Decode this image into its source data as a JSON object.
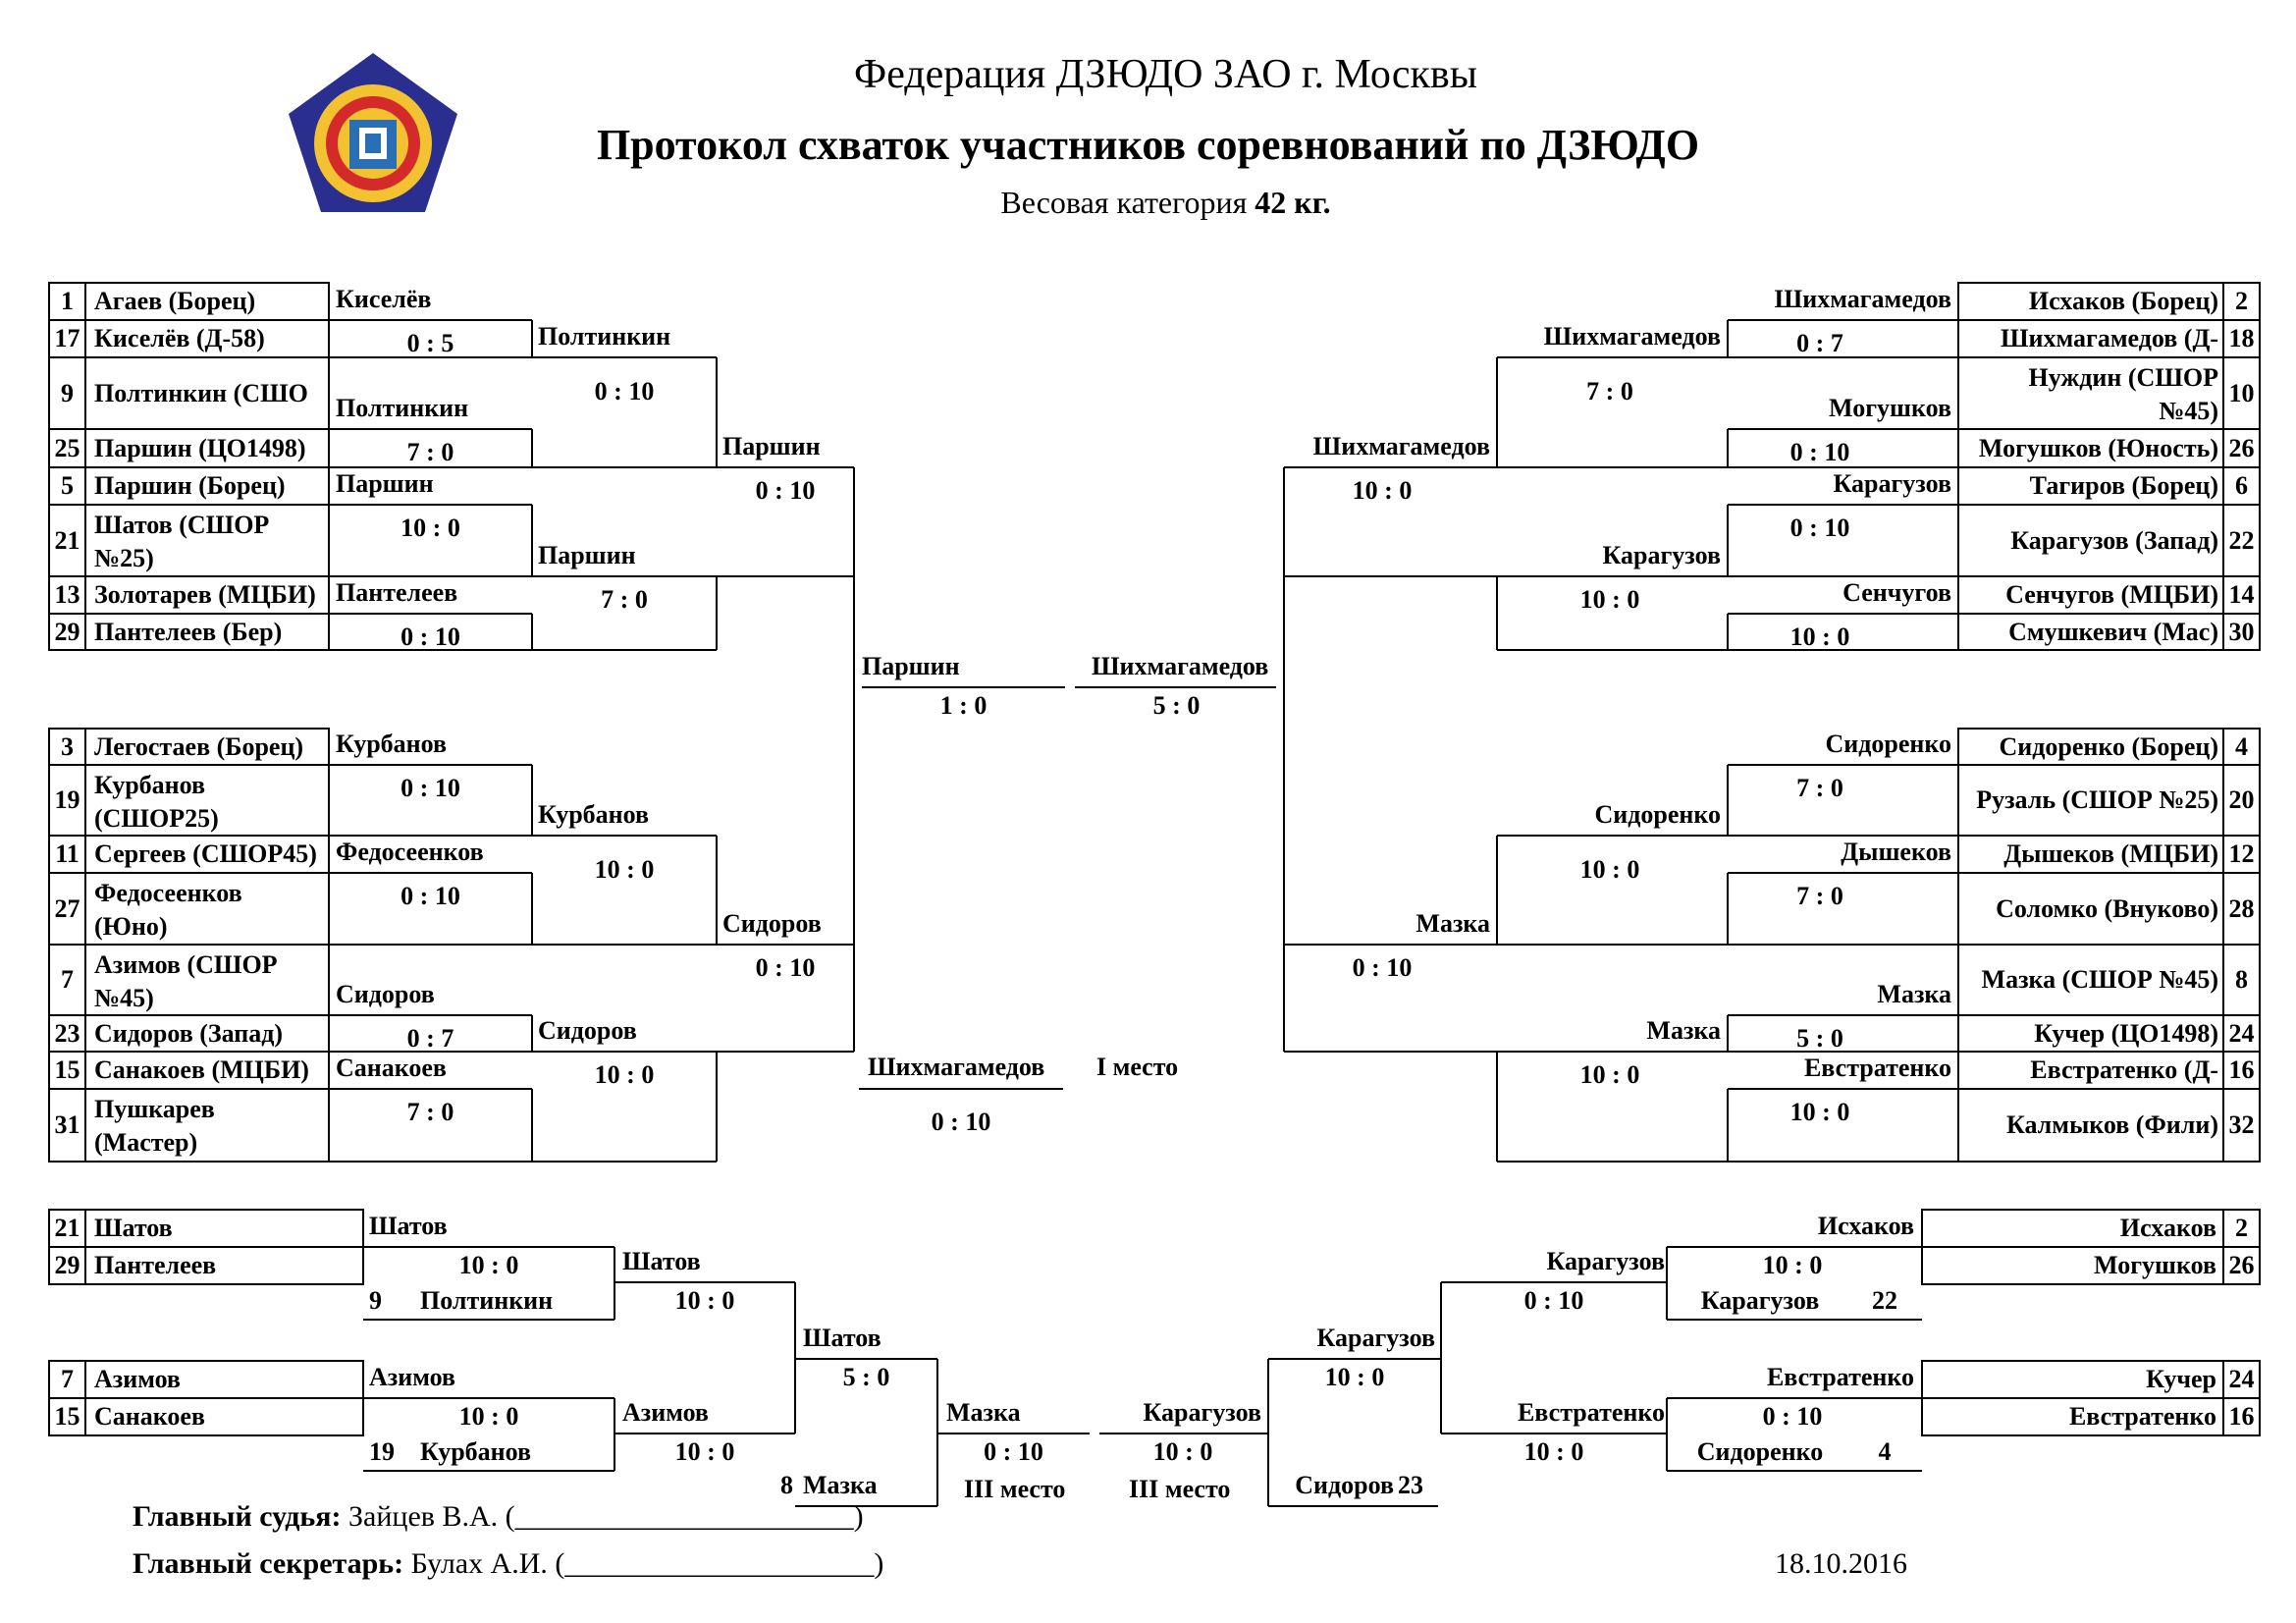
{
  "header": {
    "federation": "Федерация ДЗЮДО ЗАО г. Москвы",
    "title": "Протокол схваток участников соревнований по ДЗЮДО",
    "weight_prefix": "Весовая категория",
    "weight_value": "42 кг."
  },
  "logo": {
    "name": "federation-emblem",
    "colors": [
      "#2a2f8f",
      "#f2c230",
      "#d42a2a",
      "#2a6fb5"
    ]
  },
  "left_top": {
    "participants": [
      {
        "num": "1",
        "name": "Агаев (Борец)"
      },
      {
        "num": "17",
        "name": "Киселёв (Д-58)"
      },
      {
        "num": "9",
        "name": "Полтинкин (СШО"
      },
      {
        "num": "25",
        "name": "Паршин (ЦО1498)"
      },
      {
        "num": "5",
        "name": "Паршин (Борец)"
      },
      {
        "num": "21",
        "name": "Шатов (СШОР",
        "name2": "№25)"
      },
      {
        "num": "13",
        "name": "Золотарев (МЦБИ)"
      },
      {
        "num": "29",
        "name": "Пантелеев (Бер)"
      }
    ],
    "r1": [
      {
        "winner": "Киселёв",
        "score": "0 : 5"
      },
      {
        "winner": "Полтинкин",
        "score": "7 : 0"
      },
      {
        "winner": "Паршин",
        "score": "10 : 0"
      },
      {
        "winner": "Пантелеев",
        "score": "0 : 10"
      }
    ],
    "r2": [
      {
        "winner": "Полтинкин",
        "score": "0 : 10"
      },
      {
        "winner": "Паршин",
        "score": "7 : 0"
      }
    ],
    "r3": {
      "winner": "Паршин",
      "score": "0 : 10"
    }
  },
  "left_bottom": {
    "participants": [
      {
        "num": "3",
        "name": "Легостаев (Борец)"
      },
      {
        "num": "19",
        "name": "Курбанов",
        "name2": "(СШОР25)"
      },
      {
        "num": "11",
        "name": "Сергеев (СШОР45)"
      },
      {
        "num": "27",
        "name": "Федосеенков",
        "name2": "(Юно)"
      },
      {
        "num": "7",
        "name": "Азимов (СШОР",
        "name2": "№45)"
      },
      {
        "num": "23",
        "name": "Сидоров (Запад)"
      },
      {
        "num": "15",
        "name": "Санакоев (МЦБИ)"
      },
      {
        "num": "31",
        "name": "Пушкарев",
        "name2": "(Мастер)"
      }
    ],
    "r1": [
      {
        "winner": "Курбанов",
        "score": "0 : 10"
      },
      {
        "winner": "Федосеенков",
        "score": "0 : 10"
      },
      {
        "winner": "Сидоров",
        "score": "0 : 7"
      },
      {
        "winner": "Санакоев",
        "score": "7 : 0"
      }
    ],
    "r2": [
      {
        "winner": "Курбанов",
        "score": "10 : 0"
      },
      {
        "winner": "Сидоров",
        "score": "10 : 0"
      }
    ],
    "r3": {
      "winner": "Сидоров",
      "score": "0 : 10"
    }
  },
  "right_top": {
    "participants": [
      {
        "num": "2",
        "name": "Исхаков (Борец)"
      },
      {
        "num": "18",
        "name": "Шихмагамедов (Д-"
      },
      {
        "num": "10",
        "name": "Нуждин (СШОР",
        "name2": "№45)"
      },
      {
        "num": "26",
        "name": "Могушков (Юность)"
      },
      {
        "num": "6",
        "name": "Тагиров (Борец)"
      },
      {
        "num": "22",
        "name": "Карагузов (Запад)"
      },
      {
        "num": "14",
        "name": "Сенчугов (МЦБИ)"
      },
      {
        "num": "30",
        "name": "Смушкевич (Мас)"
      }
    ],
    "r1": [
      {
        "winner": "Шихмагамедов",
        "score": "0 : 7"
      },
      {
        "winner": "Могушков",
        "score": "0 : 10"
      },
      {
        "winner": "Карагузов",
        "score": "0 : 10"
      },
      {
        "winner": "Сенчугов",
        "score": "10 : 0"
      }
    ],
    "r2": [
      {
        "winner": "Шихмагамедов",
        "score": "7 : 0"
      },
      {
        "winner": "Карагузов",
        "score": "10 : 0"
      }
    ],
    "r3": {
      "winner": "Шихмагамедов",
      "score": "10 : 0"
    }
  },
  "right_bottom": {
    "participants": [
      {
        "num": "4",
        "name": "Сидоренко (Борец)"
      },
      {
        "num": "20",
        "name": "Рузаль (СШОР №25)"
      },
      {
        "num": "12",
        "name": "Дышеков (МЦБИ)"
      },
      {
        "num": "28",
        "name": "Соломко (Внуково)"
      },
      {
        "num": "8",
        "name": "Мазка (СШОР №45)"
      },
      {
        "num": "24",
        "name": "Кучер (ЦО1498)"
      },
      {
        "num": "16",
        "name": "Евстратенко (Д-"
      },
      {
        "num": "32",
        "name": "Калмыков (Фили)"
      }
    ],
    "r1": [
      {
        "winner": "Сидоренко",
        "score": "7 : 0"
      },
      {
        "winner": "Дышеков",
        "score": "7 : 0"
      },
      {
        "winner": "Мазка",
        "score": "5 : 0"
      },
      {
        "winner": "Евстратенко",
        "score": "10 : 0"
      }
    ],
    "r2": [
      {
        "winner": "Сидоренко",
        "score": "10 : 0"
      },
      {
        "winner": "Мазка",
        "score": "10 : 0"
      }
    ],
    "r3": {
      "winner": "Мазка",
      "score": "0 : 10"
    }
  },
  "semis": {
    "left": {
      "winner": "Паршин",
      "score": "1 : 0"
    },
    "right": {
      "winner": "Шихмагамедов",
      "score": "5 : 0"
    },
    "final": {
      "winner": "Шихмагамедов",
      "score": "0 : 10",
      "place": "I место"
    }
  },
  "repechage_left": {
    "pair1": [
      {
        "num": "21",
        "name": "Шатов"
      },
      {
        "num": "29",
        "name": "Пантелеев"
      }
    ],
    "pair1_result": {
      "winner": "Шатов",
      "score": "10 : 0"
    },
    "pair1_opponent": {
      "num": "9",
      "name": "Полтинкин"
    },
    "pair1_r2": {
      "winner": "Шатов",
      "score": "10 : 0"
    },
    "pair2": [
      {
        "num": "7",
        "name": "Азимов"
      },
      {
        "num": "15",
        "name": "Санакоев"
      }
    ],
    "pair2_result": {
      "winner": "Азимов",
      "score": "10 : 0"
    },
    "pair2_opponent": {
      "num": "19",
      "name": "Курбанов"
    },
    "pair2_r2": {
      "winner": "Азимов",
      "score": "10 : 0"
    },
    "r3": {
      "winner": "Шатов",
      "score": "5 : 0"
    },
    "bronze_opponent": {
      "num": "8",
      "name": "Мазка"
    },
    "bronze": {
      "winner": "Мазка",
      "score": "0 : 10",
      "place": "III место"
    }
  },
  "repechage_right": {
    "pair1": [
      {
        "num": "2",
        "name": "Исхаков"
      },
      {
        "num": "26",
        "name": "Могушков"
      }
    ],
    "pair1_result": {
      "winner": "Исхаков",
      "score": "10 : 0"
    },
    "pair1_opponent": {
      "num": "22",
      "name": "Карагузов"
    },
    "pair1_r2": {
      "winner": "Карагузов",
      "score": "0 : 10"
    },
    "pair2": [
      {
        "num": "24",
        "name": "Кучер"
      },
      {
        "num": "16",
        "name": "Евстратенко"
      }
    ],
    "pair2_result": {
      "winner": "Евстратенко",
      "score": "0 : 10"
    },
    "pair2_opponent": {
      "num": "4",
      "name": "Сидоренко"
    },
    "pair2_r2": {
      "winner": "Евстратенко",
      "score": "10 : 0"
    },
    "r3": {
      "winner": "Карагузов",
      "score": "10 : 0"
    },
    "bronze_opponent": {
      "num": "23",
      "name": "Сидоров"
    },
    "bronze": {
      "winner": "Карагузов",
      "score": "10 : 0",
      "place": "III место"
    }
  },
  "footer": {
    "judge_label": "Главный судья:",
    "judge_value": "Зайцев В.А. (_______________________)",
    "secretary_label": "Главный секретарь:",
    "secretary_value": "Булах А.И. (_____________________)",
    "date": "18.10.2016"
  }
}
